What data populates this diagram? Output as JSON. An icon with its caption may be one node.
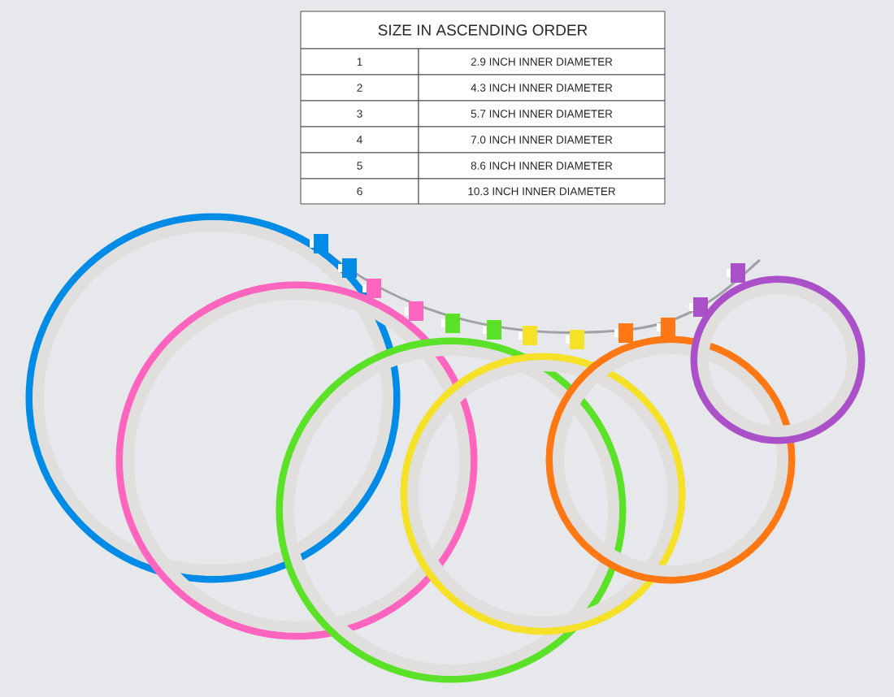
{
  "diagram": {
    "title": "SIZE IN ASCENDING ORDER",
    "labels": [
      "1",
      "2.9 INCH INNER DIAMETER",
      "2",
      "4.3 INCH INNER DIAMETER",
      "3",
      "5.7 INCH INNER DIAMETER",
      "4",
      "7.0 INCH INNER DIAMETER",
      "5",
      "8.6 INCH INNER DIAMETER",
      "6",
      "10.3 INCH INNER DIAMETER"
    ]
  }
}
